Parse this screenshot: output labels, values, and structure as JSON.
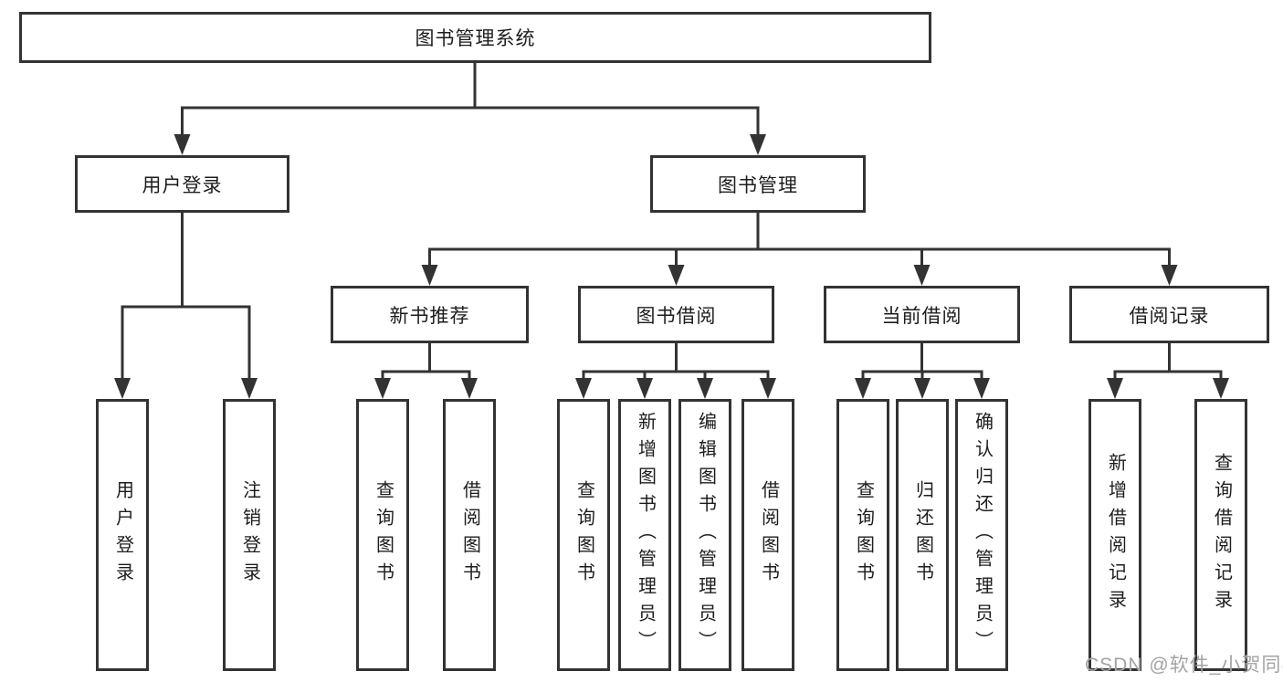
{
  "diagram": {
    "root": {
      "label": "图书管理系统"
    },
    "branches": [
      {
        "label": "用户登录",
        "children": [
          {
            "label": "用户登录"
          },
          {
            "label": "注销登录"
          }
        ]
      },
      {
        "label": "图书管理",
        "children": [
          {
            "label": "新书推荐",
            "children": [
              {
                "label": "查询图书"
              },
              {
                "label": "借阅图书"
              }
            ]
          },
          {
            "label": "图书借阅",
            "children": [
              {
                "label": "查询图书"
              },
              {
                "label": "新增图书（管理员）"
              },
              {
                "label": "编辑图书（管理员）"
              },
              {
                "label": "借阅图书"
              }
            ]
          },
          {
            "label": "当前借阅",
            "children": [
              {
                "label": "查询图书"
              },
              {
                "label": "归还图书"
              },
              {
                "label": "确认归还（管理员）"
              }
            ]
          },
          {
            "label": "借阅记录",
            "children": [
              {
                "label": "新增借阅记录"
              },
              {
                "label": "查询借阅记录"
              }
            ]
          }
        ]
      }
    ]
  },
  "watermark": "CSDN @软件_小贺同学",
  "colors": {
    "line": "#333333",
    "text": "#1d1d1d",
    "watermark": "#a3a3a3",
    "background": "#ffffff"
  }
}
